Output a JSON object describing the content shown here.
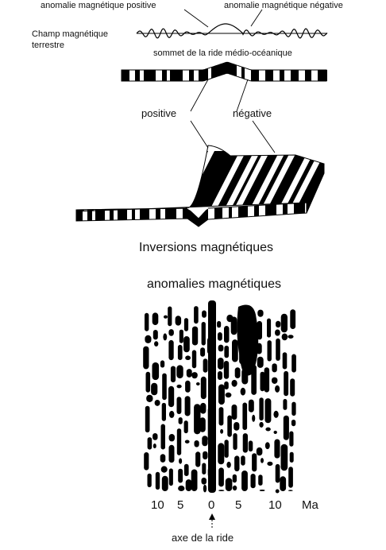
{
  "top": {
    "positive_anomaly": "anomalie magnétique positive",
    "negative_anomaly": "anomalie magnétique négative",
    "field_line1": "Champ magnétique",
    "field_line2": "terrestre",
    "ridge_summit": "sommet de la ride médio-océanique",
    "positive": "positive",
    "negative": "négative",
    "inversions": "Inversions magnétiques"
  },
  "map": {
    "title": "anomalies magnétiques",
    "ticks": [
      "10",
      "5",
      "0",
      "5",
      "10"
    ],
    "unit": "Ma",
    "axis": "axe de la ride"
  },
  "colors": {
    "ink": "#000000",
    "paper": "#ffffff"
  }
}
